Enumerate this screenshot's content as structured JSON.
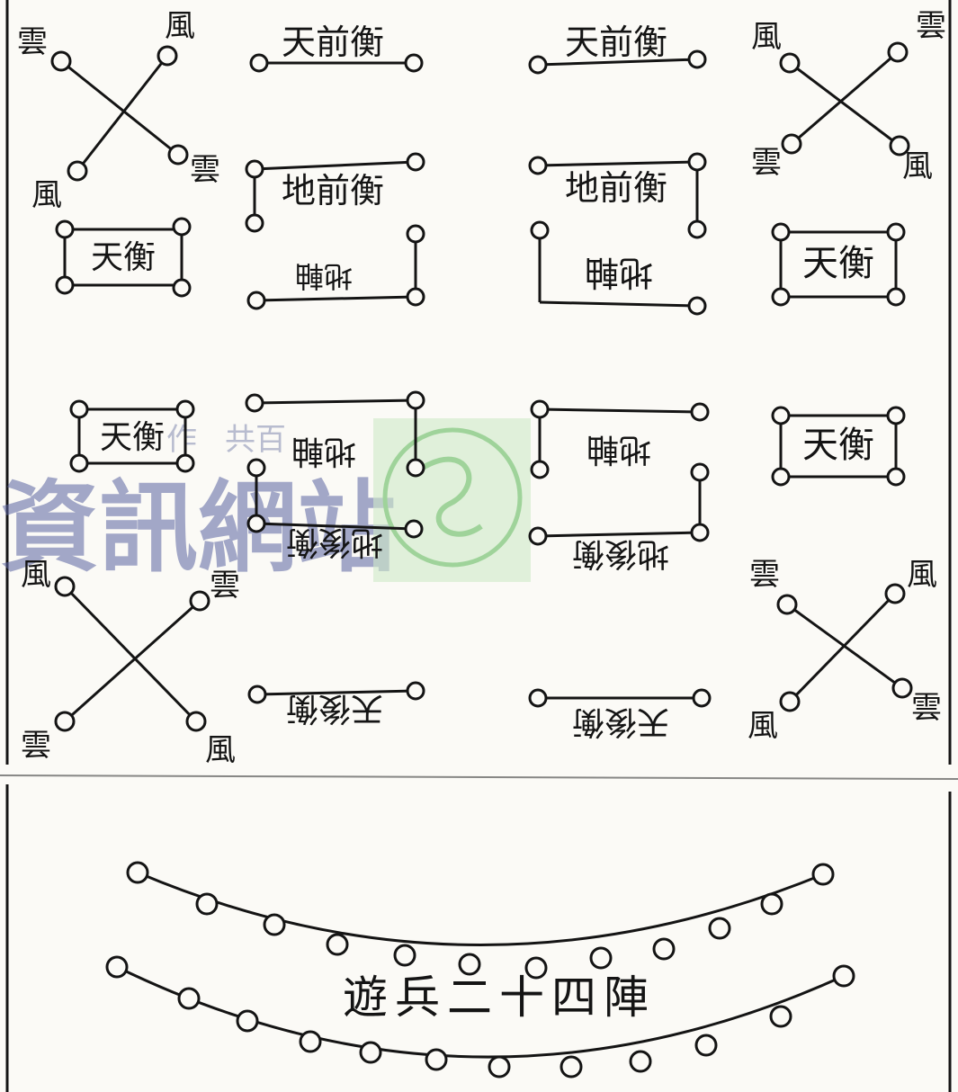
{
  "watermark": {
    "small_text": "共百",
    "small_text_2": "作",
    "big_text": "資訊網站"
  },
  "diagram": {
    "left_formation": {
      "top_row": {
        "corner_labels": [
          "雲",
          "風",
          "風",
          "雲"
        ],
        "tian_heng": "天衡",
        "qian_tian": "天前衡",
        "qian_di": "地前衡",
        "di_zhou": "地軸"
      },
      "bottom_row": {
        "tian_heng": "天衡",
        "di_zhou": "地軸",
        "hou_di": "地後衡",
        "hou_tian": "天後衡",
        "corner_labels": [
          "風",
          "雲",
          "雲",
          "風"
        ]
      }
    },
    "right_formation": {
      "top_row": {
        "qian_tian": "天前衡",
        "qian_di": "地前衡",
        "di_zhou": "地軸",
        "corner_labels": [
          "雲",
          "風",
          "雲",
          "風"
        ],
        "tian_heng": "天衡"
      },
      "bottom_row": {
        "di_zhou": "地軸",
        "hou_di": "地後衡",
        "hou_tian": "天後衡",
        "tian_heng": "天衡",
        "corner_labels": [
          "風",
          "雲",
          "雲",
          "風"
        ]
      }
    },
    "title": "遊兵二十四陣"
  }
}
